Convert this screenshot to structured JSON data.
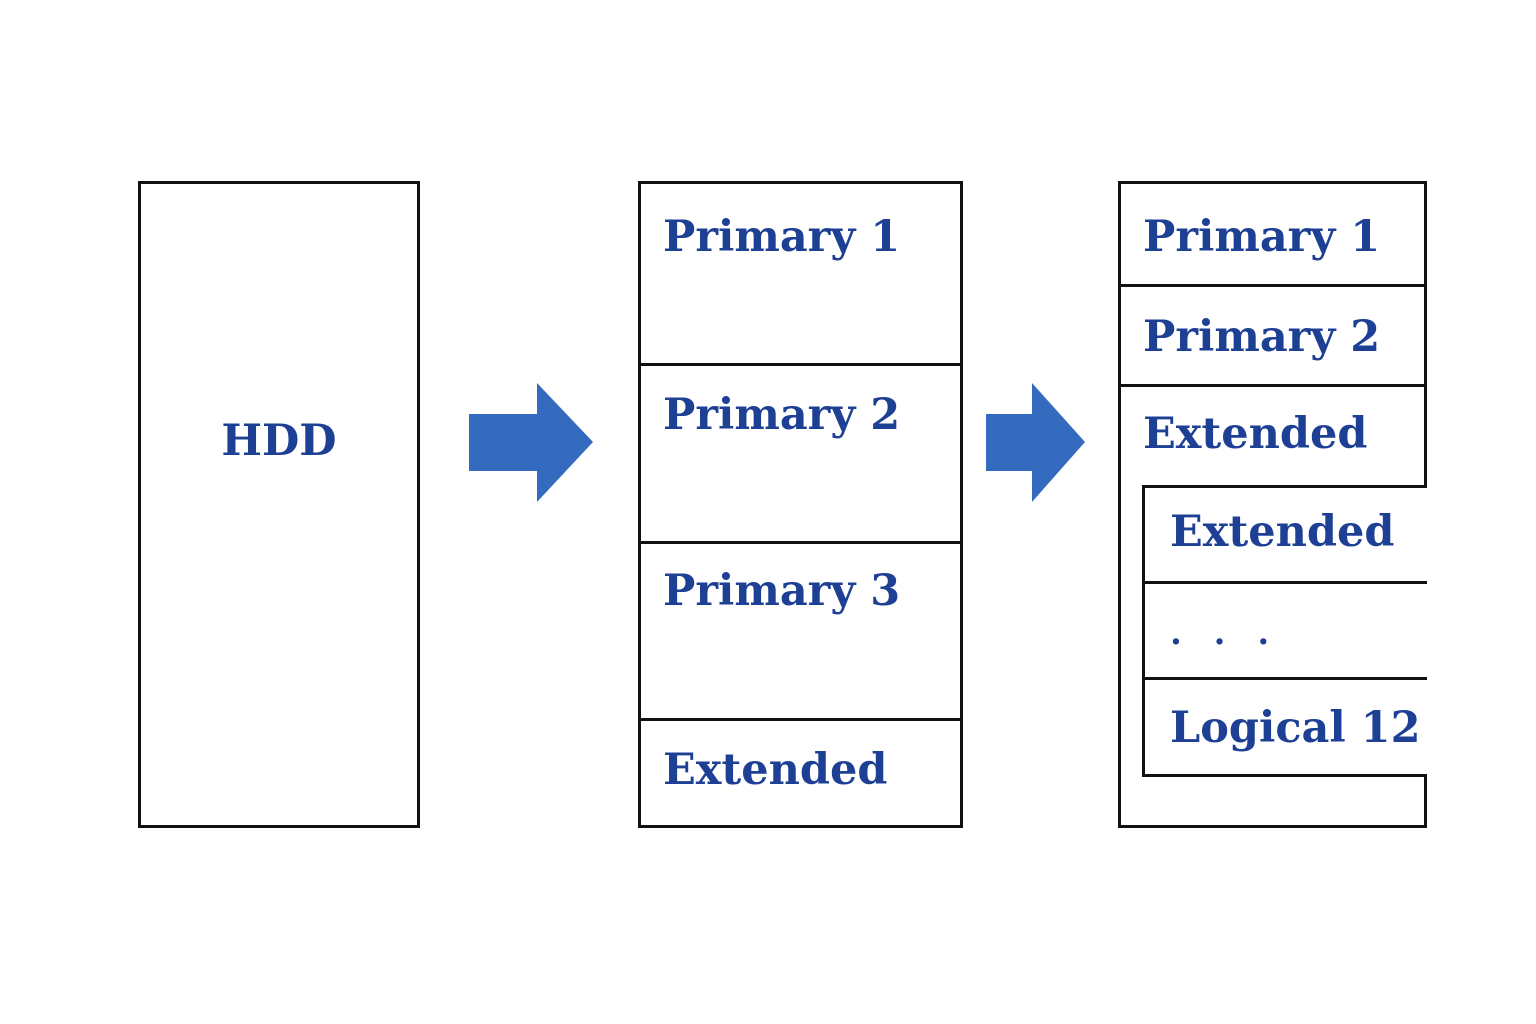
{
  "colors": {
    "text": "#1d3f94",
    "arrow": "#356bbf",
    "border": "#111111",
    "background": "#ffffff"
  },
  "hdd": {
    "label": "HDD"
  },
  "arrows": [
    "arrow-right-icon",
    "arrow-right-icon"
  ],
  "stage2": {
    "partitions": [
      "Primary 1",
      "Primary 2",
      "Primary 3",
      "Extended"
    ]
  },
  "stage3": {
    "partitions": [
      "Primary 1",
      "Primary 2",
      "Extended"
    ],
    "extended_contents": [
      "Extended",
      ". . .",
      "Logical 12"
    ]
  }
}
